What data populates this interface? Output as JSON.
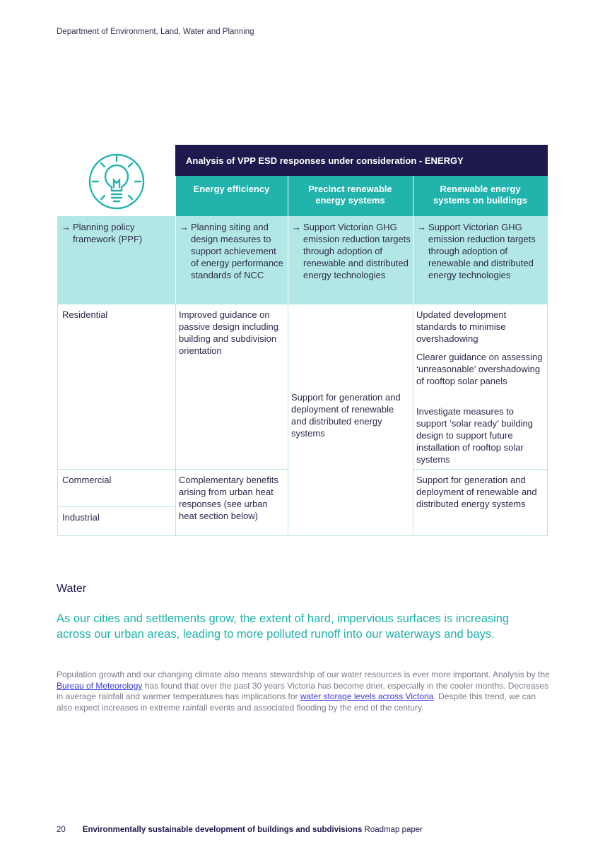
{
  "header": {
    "text": "Department of Environment, Land, Water and Planning"
  },
  "table": {
    "icon": "lightbulb-icon",
    "title": "Analysis of VPP ESD responses under consideration - ENERGY",
    "columns": [
      "Energy efficiency",
      "Precinct renewable energy systems",
      "Renewable energy systems on buildings"
    ],
    "ppf_row": {
      "label": "Planning policy framework (PPF)",
      "c1": "Planning siting and design measures to support achievement of energy performance standards of NCC",
      "c2": "Support Victorian GHG emission reduction targets through adoption of renewable and distributed energy technologies",
      "c3": "Support Victorian GHG emission reduction targets through adoption of renewable and distributed energy technologies"
    },
    "rows": {
      "residential": "Residential",
      "commercial": "Commercial",
      "industrial": "Industrial"
    },
    "energy_efficiency": {
      "residential": "Improved guidance on passive design including building and subdivision orientation",
      "commercial_industrial": "Complementary benefits arising from urban heat responses (see urban heat section below)"
    },
    "precinct": "Support for generation and deployment of renewable and distributed energy systems",
    "renewable_buildings": {
      "residential": [
        "Updated development standards to minimise overshadowing",
        "Clearer guidance on assessing ‘unreasonable’ overshadowing of rooftop solar panels",
        "Investigate measures to support ‘solar ready’ building design to support future installation of rooftop solar systems"
      ],
      "commercial_industrial": "Support for generation and deployment of renewable and distributed energy systems"
    }
  },
  "water": {
    "heading": "Water",
    "lead": "As our cities and settlements grow, the extent of hard, impervious surfaces is increasing across our urban areas, leading to more polluted runoff into our waterways and bays.",
    "body_1": "Population growth and our changing climate also means stewardship of our water resources is ever more important. Analysis by the ",
    "link_1": "Bureau of Meteorology",
    "body_2": " has found that over the past 30 years Victoria has  become drier, especially in the cooler months. Decreases in average rainfall and warmer temperatures has implications for ",
    "link_2": "water storage levels across Victoria",
    "body_3": ". Despite this trend, we can also expect increases in extreme rainfall events and associated flooding by the end of the century."
  },
  "footer": {
    "page": "20",
    "title_bold": "Environmentally sustainable development of buildings and subdivisions",
    "title_rest": " Roadmap paper"
  },
  "colors": {
    "navy": "#1f1a4d",
    "teal": "#22b3ad",
    "light_teal": "#b3e7e5",
    "link": "#3b3bd6"
  }
}
